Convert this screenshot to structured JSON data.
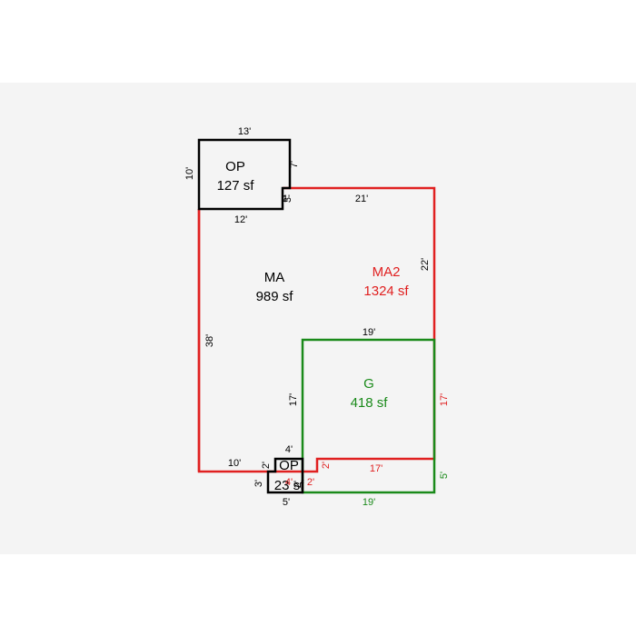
{
  "colors": {
    "ma": "#000000",
    "ma2": "#e02020",
    "garage": "#1a8a1a",
    "background": "#f4f4f4"
  },
  "areas": {
    "op_top": {
      "label": "OP",
      "size": "127 sf"
    },
    "ma": {
      "label": "MA",
      "size": "989 sf"
    },
    "ma2": {
      "label": "MA2",
      "size": "1324 sf"
    },
    "garage": {
      "label": "G",
      "size": "418 sf"
    },
    "op_bottom": {
      "label": "OP",
      "size": "23 sf"
    }
  },
  "dimensions": {
    "op_top_width": "13'",
    "op_top_height": "10'",
    "op_top_right": "7'",
    "op_top_notch": "3'",
    "op_top_bottom": "12'",
    "ma_notch": "1'",
    "ma_left": "38'",
    "ma_bottom": "10'",
    "ma2_top": "21'",
    "ma2_right": "22'",
    "ma2_right_lower": "17'",
    "ma2_step": "2'",
    "ma2_bottom": "17'",
    "ma2_small_a": "2'",
    "ma2_small_b": "4'",
    "garage_top": "19'",
    "garage_left": "17'",
    "garage_right": "5'",
    "garage_bottom": "19'",
    "op_bottom_top": "4'",
    "op_bottom_side": "2'",
    "op_bottom_left": "3'",
    "op_bottom_bottom": "5'",
    "op_bottom_inner": "2'"
  }
}
